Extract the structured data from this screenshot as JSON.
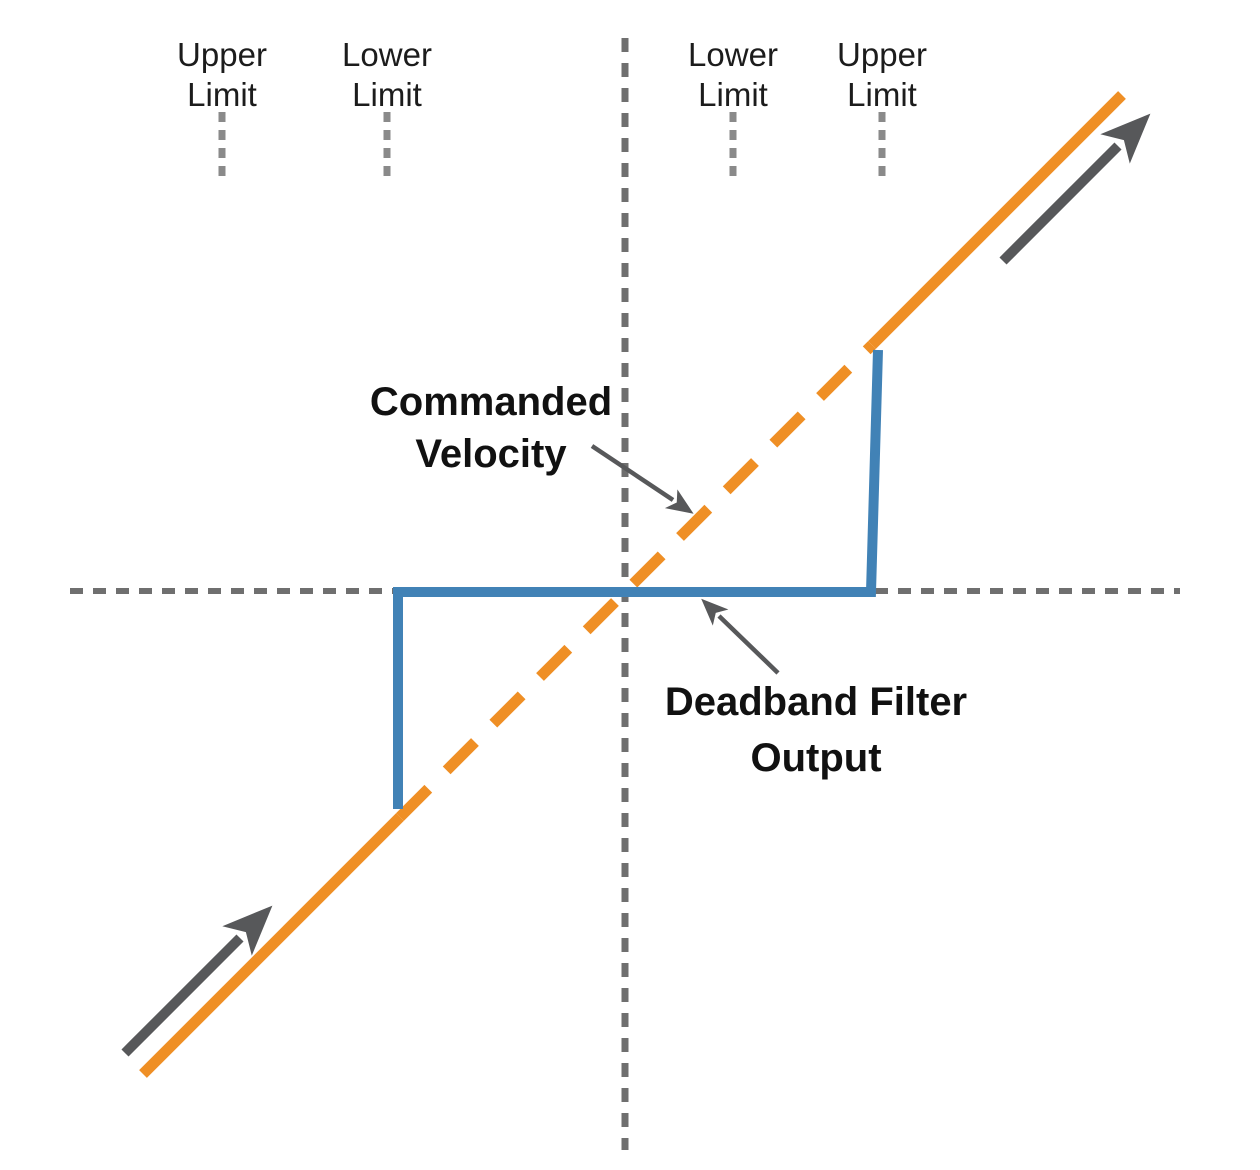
{
  "diagram": {
    "title_hint": "Deadband filter transfer diagram",
    "colors": {
      "background": "#ffffff",
      "orange": "#EF8F25",
      "blue": "#4182B6",
      "axis_gray": "#6F6F6F",
      "tick_gray": "#8A8A8A",
      "arrow_gray": "#57585A",
      "text_black": "#1C1C1C"
    },
    "limit_labels": {
      "left_upper": {
        "line1": "Upper",
        "line2": "Limit"
      },
      "left_lower": {
        "line1": "Lower",
        "line2": "Limit"
      },
      "right_lower": {
        "line1": "Lower",
        "line2": "Limit"
      },
      "right_upper": {
        "line1": "Upper",
        "line2": "Limit"
      }
    },
    "annotations": {
      "commanded_velocity": {
        "line1": "Commanded",
        "line2": "Velocity"
      },
      "deadband_output": {
        "line1": "Deadband Filter",
        "line2": "Output"
      }
    },
    "series": {
      "commanded_velocity_style": "orange 45-degree line, dashed between lower limits, solid outside",
      "deadband_output_style": "blue line: zero output between lower limits, steps up at limits"
    }
  }
}
